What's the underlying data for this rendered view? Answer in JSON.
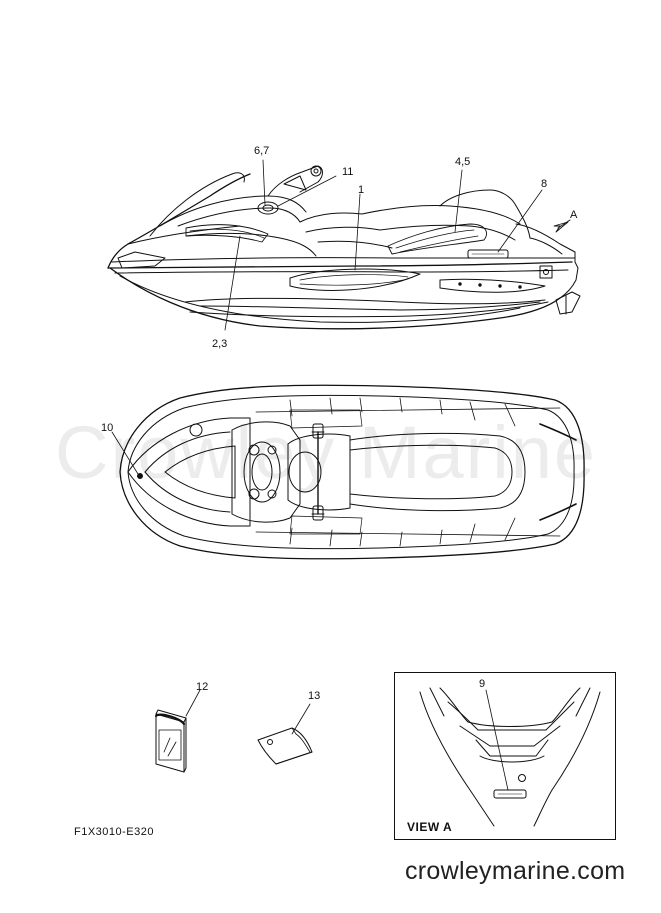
{
  "watermark": "Crowley Marine",
  "callouts": [
    {
      "id": "c1",
      "text": "1"
    },
    {
      "id": "c23",
      "text": "2,3"
    },
    {
      "id": "c45",
      "text": "4,5"
    },
    {
      "id": "c67",
      "text": "6,7"
    },
    {
      "id": "c8",
      "text": "8"
    },
    {
      "id": "c9",
      "text": "9"
    },
    {
      "id": "c10",
      "text": "10"
    },
    {
      "id": "c11",
      "text": "11"
    },
    {
      "id": "c12",
      "text": "12"
    },
    {
      "id": "c13",
      "text": "13"
    },
    {
      "id": "cA",
      "text": "A"
    }
  ],
  "view_label": "VIEW A",
  "diagram_code": "F1X3010-E320",
  "site": "crowleymarine.com",
  "colors": {
    "line": "#111111",
    "watermark": "#ececec"
  }
}
